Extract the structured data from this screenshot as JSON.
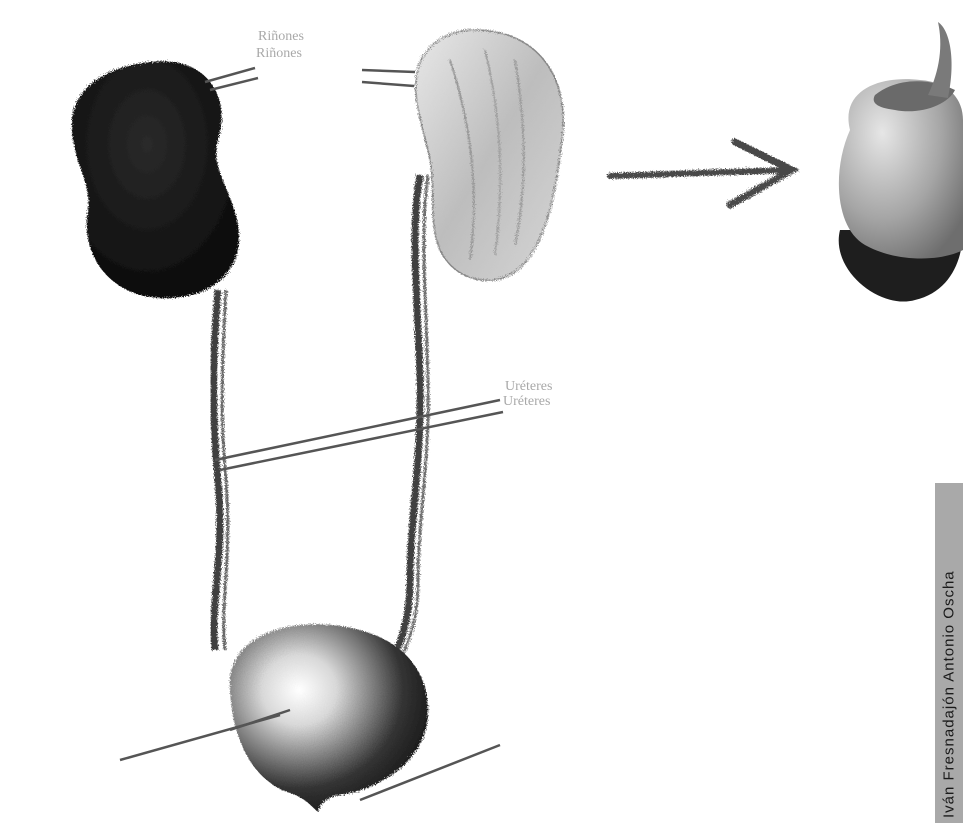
{
  "labels": {
    "top": "Riñones",
    "middle": "Uréteres"
  },
  "credit": "Iván Fresnadajón Antonio Oscha",
  "colors": {
    "background": "#ffffff",
    "ink": "#111111",
    "pencil": "#555555",
    "credit_bar": "#a9a9a9"
  }
}
